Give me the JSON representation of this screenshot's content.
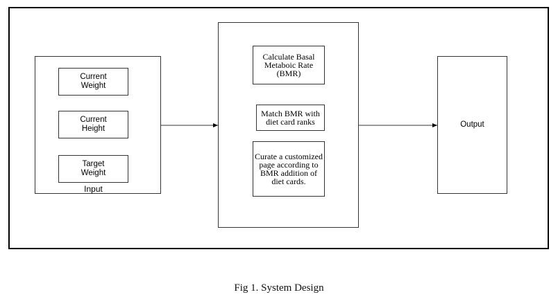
{
  "diagram": {
    "input": {
      "label": "Input",
      "fields": [
        "Current Weight",
        "Current Height",
        "Target Weight"
      ]
    },
    "process": {
      "steps": [
        "Calculate Basal Metaboic Rate (BMR)",
        "Match BMR with diet card ranks",
        "Curate a customized page according to BMR addition of diet cards."
      ]
    },
    "output": {
      "label": "Output"
    }
  },
  "caption": "Fig 1. System Design"
}
